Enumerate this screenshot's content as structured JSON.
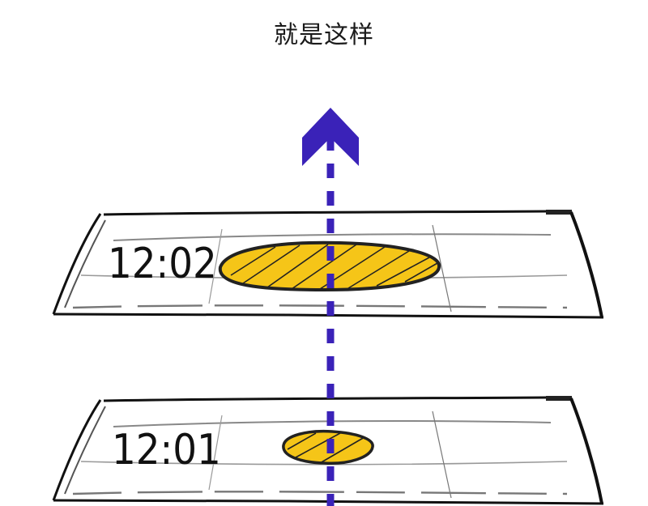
{
  "title": "就是这样",
  "panels": [
    {
      "id": "top",
      "time_label": "12:02",
      "blob": "large"
    },
    {
      "id": "bottom",
      "time_label": "12:01",
      "blob": "small"
    }
  ],
  "colors": {
    "arrow": "#3a22b8",
    "blob_fill": "#f5c518",
    "outline": "#111111",
    "guide_lines": "#888888"
  },
  "arrow": {
    "direction": "up",
    "style": "dashed"
  }
}
